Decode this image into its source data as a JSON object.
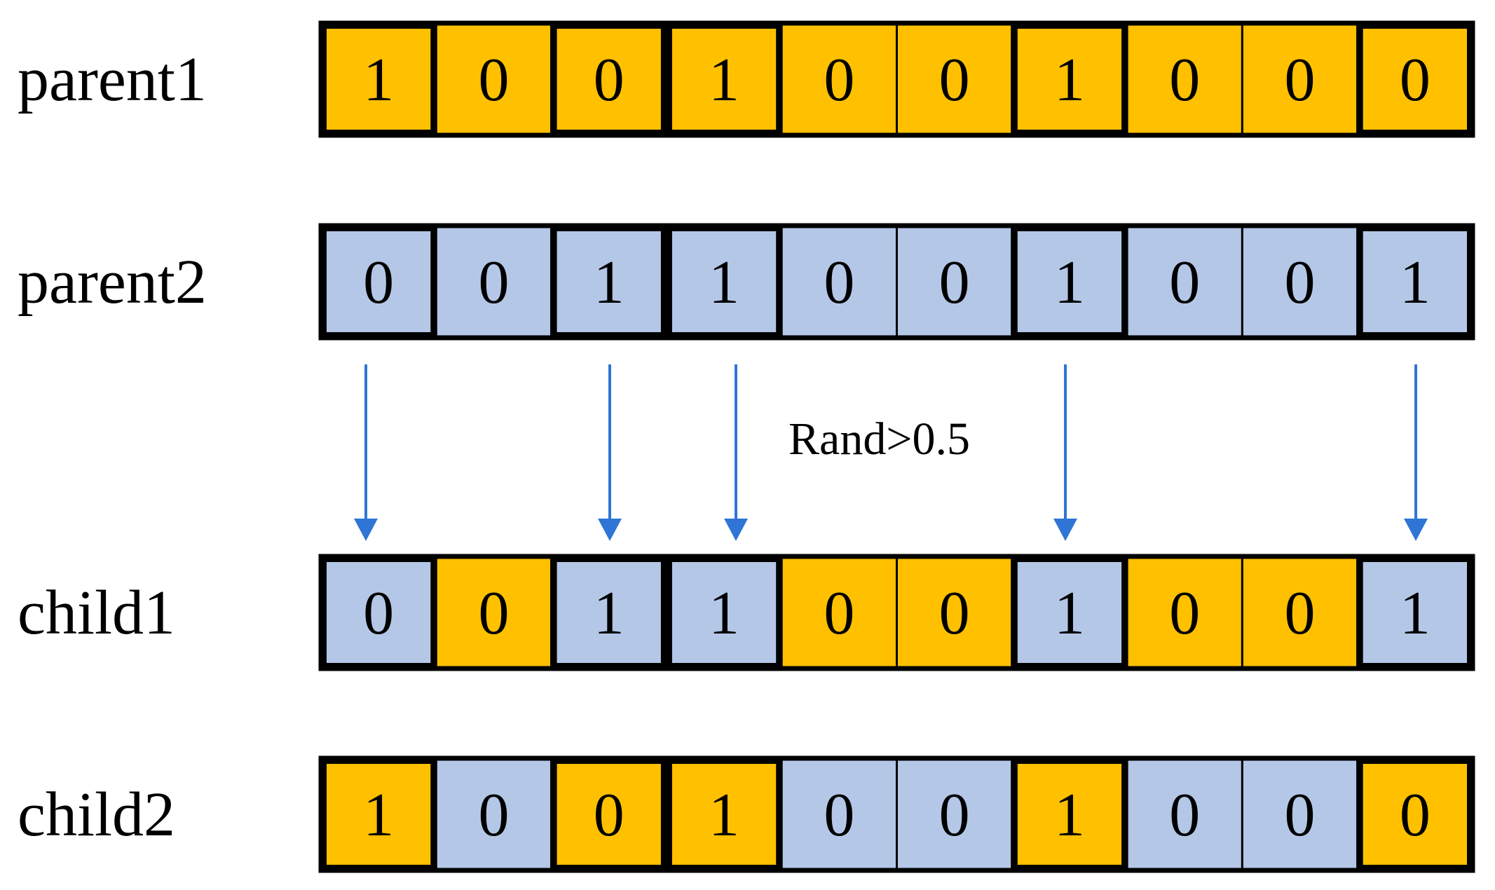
{
  "colors": {
    "orange": "#FFC000",
    "blue": "#B4C7E7",
    "arrow": "#2E75D6",
    "border": "#000000"
  },
  "note": "Rand>0.5",
  "selected_positions": [
    0,
    2,
    3,
    6,
    9
  ],
  "rows": [
    {
      "label": "parent1",
      "bits": [
        "1",
        "0",
        "0",
        "1",
        "0",
        "0",
        "1",
        "0",
        "0",
        "0"
      ],
      "fills": [
        "orange",
        "orange",
        "orange",
        "orange",
        "orange",
        "orange",
        "orange",
        "orange",
        "orange",
        "orange"
      ]
    },
    {
      "label": "parent2",
      "bits": [
        "0",
        "0",
        "1",
        "1",
        "0",
        "0",
        "1",
        "0",
        "0",
        "1"
      ],
      "fills": [
        "blue",
        "blue",
        "blue",
        "blue",
        "blue",
        "blue",
        "blue",
        "blue",
        "blue",
        "blue"
      ]
    },
    {
      "label": "child1",
      "bits": [
        "0",
        "0",
        "1",
        "1",
        "0",
        "0",
        "1",
        "0",
        "0",
        "1"
      ],
      "fills": [
        "blue",
        "orange",
        "blue",
        "blue",
        "orange",
        "orange",
        "blue",
        "orange",
        "orange",
        "blue"
      ]
    },
    {
      "label": "child2",
      "bits": [
        "1",
        "0",
        "0",
        "1",
        "0",
        "0",
        "1",
        "0",
        "0",
        "0"
      ],
      "fills": [
        "orange",
        "blue",
        "orange",
        "orange",
        "blue",
        "blue",
        "orange",
        "blue",
        "blue",
        "orange"
      ]
    }
  ]
}
